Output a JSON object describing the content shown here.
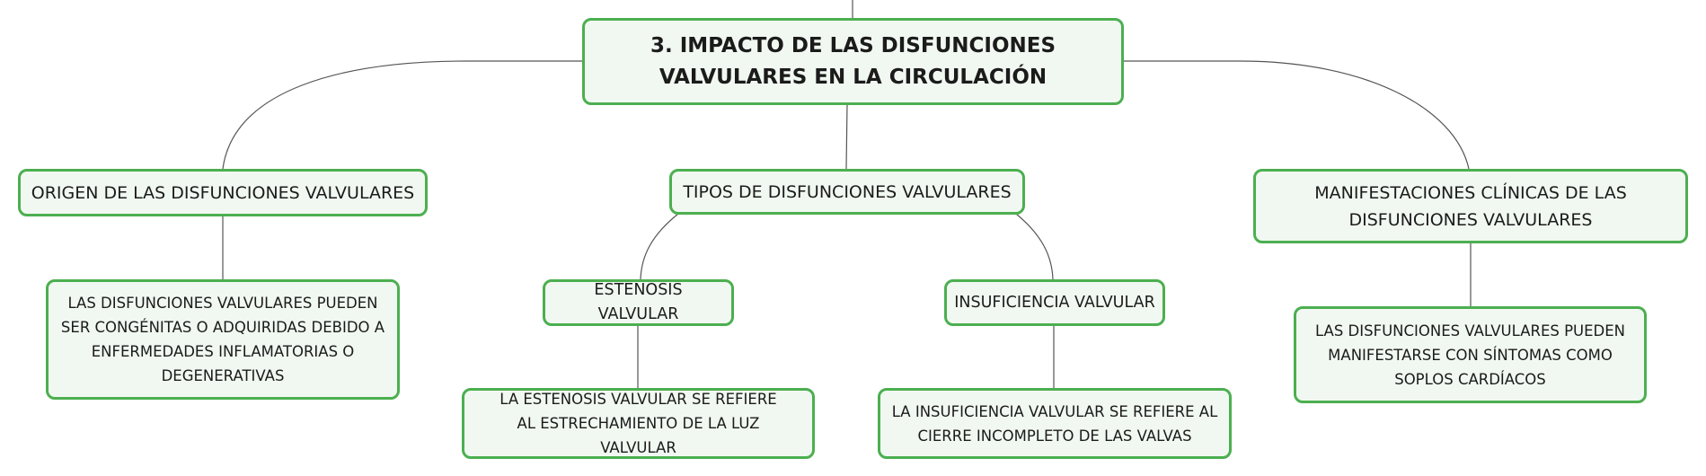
{
  "map": {
    "root": "3. IMPACTO DE LAS DISFUNCIONES VALVULARES EN LA CIRCULACIÓN",
    "origin": {
      "title": "ORIGEN DE LAS DISFUNCIONES VALVULARES",
      "detail": "LAS DISFUNCIONES VALVULARES PUEDEN SER CONGÉNITAS O ADQUIRIDAS DEBIDO A ENFERMEDADES INFLAMATORIAS O DEGENERATIVAS"
    },
    "types": {
      "title": "TIPOS DE DISFUNCIONES VALVULARES",
      "stenosis": {
        "title": "ESTENOSIS VALVULAR",
        "detail": "LA ESTENOSIS VALVULAR SE REFIERE AL ESTRECHAMIENTO DE LA LUZ VALVULAR"
      },
      "insufficiency": {
        "title": "INSUFICIENCIA VALVULAR",
        "detail": "LA INSUFICIENCIA VALVULAR SE REFIERE AL CIERRE INCOMPLETO DE LAS VALVAS"
      }
    },
    "manifestations": {
      "title": "MANIFESTACIONES CLÍNICAS DE LAS DISFUNCIONES VALVULARES",
      "detail": "LAS DISFUNCIONES VALVULARES PUEDEN MANIFESTARSE CON SÍNTOMAS COMO SOPLOS CARDÍACOS"
    }
  },
  "colors": {
    "border": "#4caf50",
    "fill": "#f1f8f1",
    "line": "#555555"
  }
}
